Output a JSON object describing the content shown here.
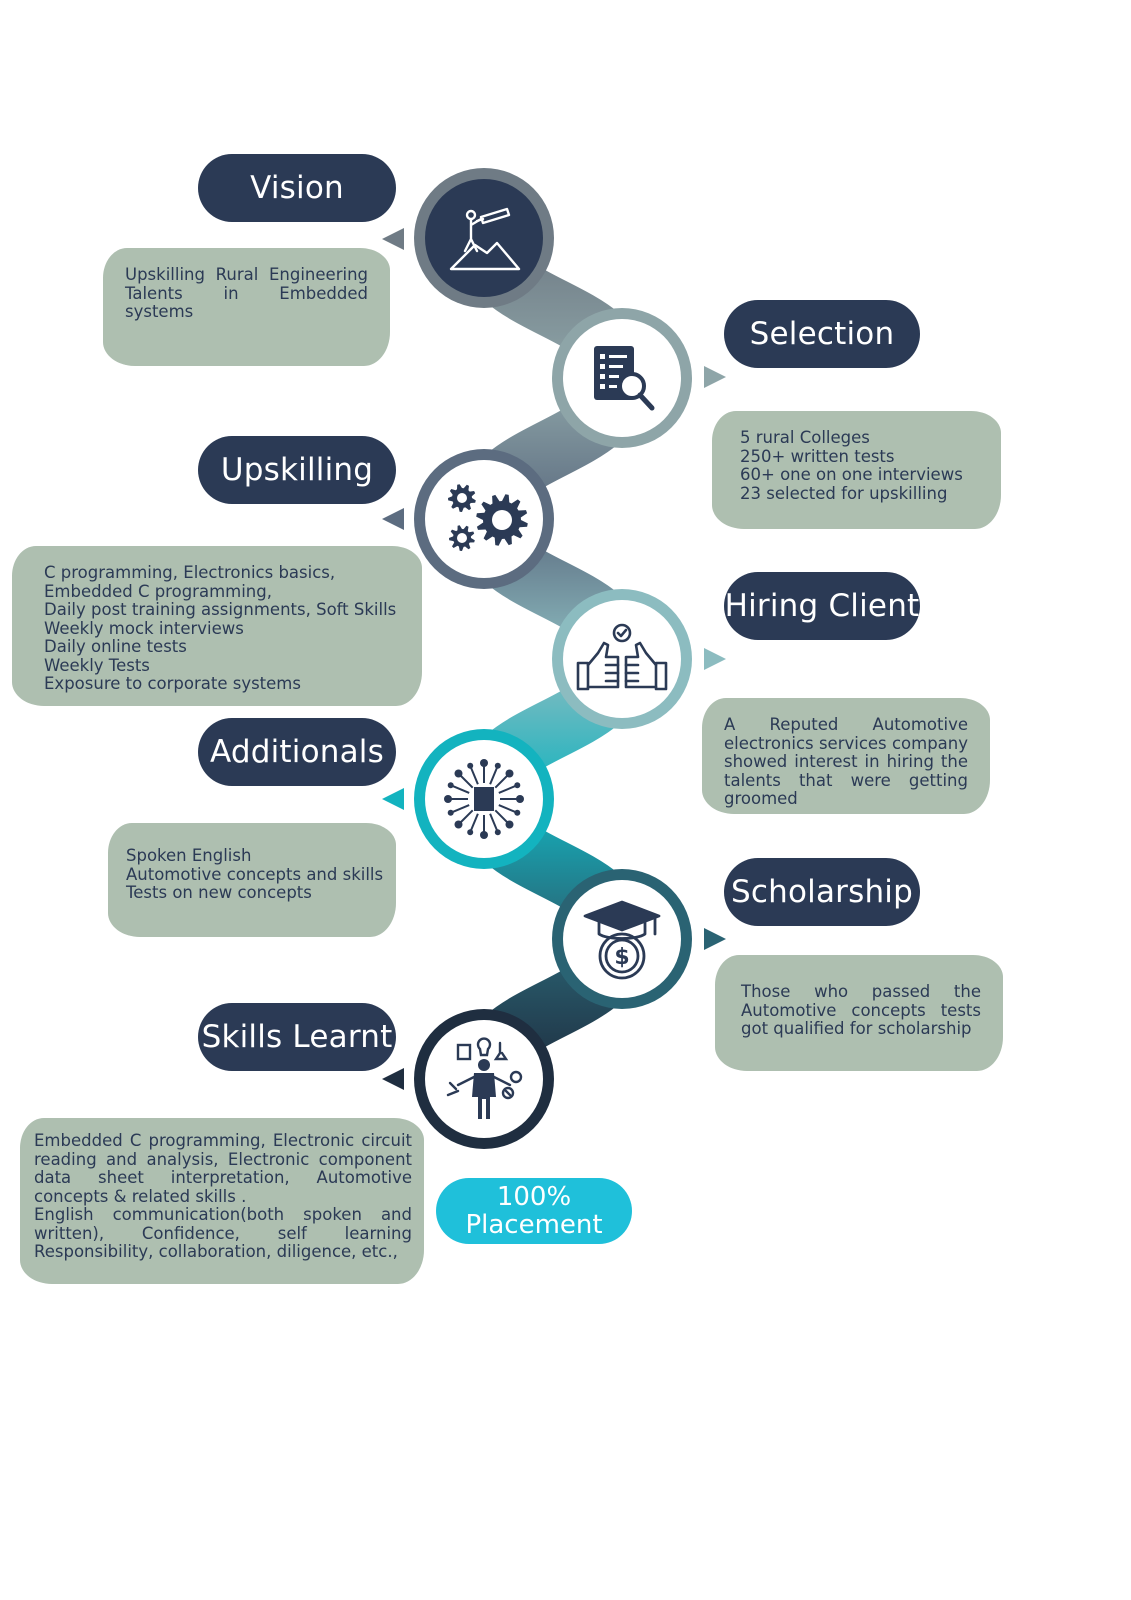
{
  "stages": [
    {
      "title": "Vision",
      "lines": [
        "Upskilling Rural Engineering Talents in Embedded systems"
      ],
      "icon": "telescope-on-mountain-icon",
      "ring_color": "#6f7b85",
      "inner_color": "#2b3a55",
      "icon_color": "#ffffff"
    },
    {
      "title": "Selection",
      "lines": [
        "5 rural Colleges",
        "250+ written tests",
        "60+ one on one interviews",
        "23 selected for upskilling"
      ],
      "icon": "document-search-icon",
      "ring_color": "#8ea5a8",
      "inner_color": "#ffffff",
      "icon_color": "#2b3a55"
    },
    {
      "title": "Upskilling",
      "lines": [
        "C programming, Electronics basics,",
        "Embedded C programming,",
        "Daily post training assignments, Soft Skills",
        "Weekly mock interviews",
        "Daily online tests",
        "Weekly Tests",
        "Exposure to corporate systems"
      ],
      "icon": "gears-icon",
      "ring_color": "#5c6c80",
      "inner_color": "#ffffff",
      "icon_color": "#2b3a55"
    },
    {
      "title": "Hiring Client",
      "lines": [
        "A Reputed Automotive electronics services company showed interest in hiring the talents that were getting groomed"
      ],
      "icon": "thumbs-up-check-icon",
      "ring_color": "#8cbcc0",
      "inner_color": "#ffffff",
      "icon_color": "#2b3a55"
    },
    {
      "title": "Additionals",
      "lines": [
        "Spoken English",
        "Automotive concepts and skills",
        "Tests on new concepts"
      ],
      "icon": "chip-network-icon",
      "ring_color": "#13b3bf",
      "inner_color": "#ffffff",
      "icon_color": "#2b3a55"
    },
    {
      "title": "Scholarship",
      "lines": [
        "Those who passed the Automotive concepts tests got qualified for scholarship"
      ],
      "icon": "graduation-cap-coin-icon",
      "ring_color": "#2a6373",
      "inner_color": "#ffffff",
      "icon_color": "#2b3a55"
    },
    {
      "title": "Skills Learnt",
      "lines": [
        "Embedded C programming, Electronic circuit reading and analysis, Electronic component data sheet interpretation, Automotive concepts & related skills .",
        "English communication(both spoken and written), Confidence, self learning Responsibility, collaboration, diligence, etc.,"
      ],
      "icon": "multitasking-person-icon",
      "ring_color": "#1f2e40",
      "inner_color": "#ffffff",
      "icon_color": "#2b3a55"
    }
  ],
  "placement": {
    "line1": "100%",
    "line2": "Placement"
  },
  "colors": {
    "pill": "#2b3a55",
    "box": "#aebfb0",
    "text": "#2b3a55",
    "placement": "#1fc0da"
  }
}
